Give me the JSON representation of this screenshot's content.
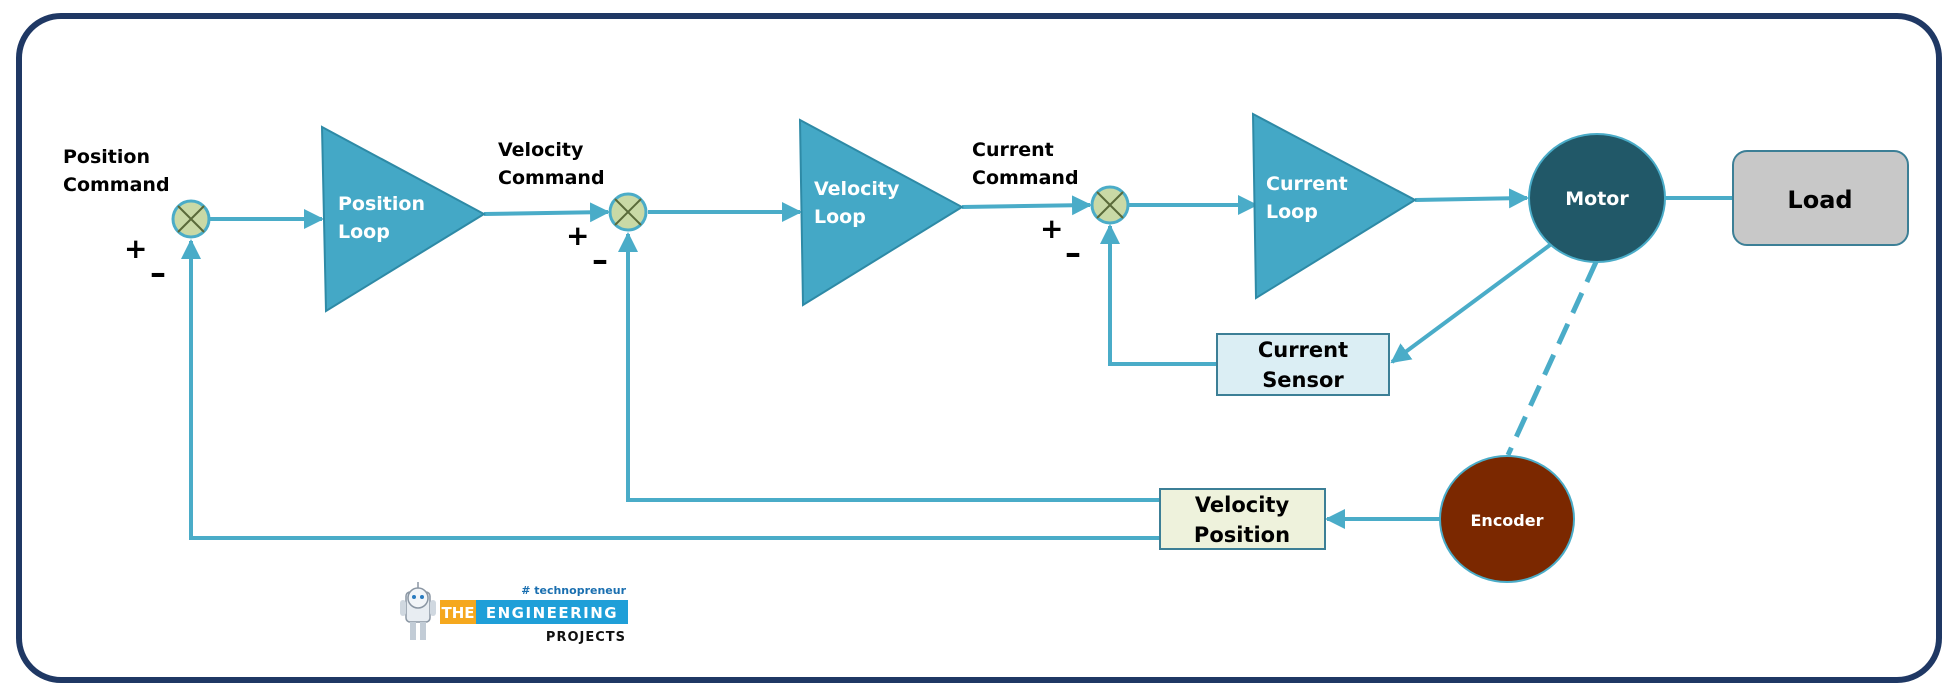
{
  "labels": {
    "position_command_1": "Position",
    "position_command_2": "Command",
    "velocity_command_1": "Velocity",
    "velocity_command_2": "Command",
    "current_command_1": "Current",
    "current_command_2": "Command"
  },
  "blocks": {
    "position_loop_1": "Position",
    "position_loop_2": "Loop",
    "velocity_loop_1": "Velocity",
    "velocity_loop_2": "Loop",
    "current_loop_1": "Current",
    "current_loop_2": "Loop",
    "motor": "Motor",
    "load": "Load",
    "current_sensor_1": "Current",
    "current_sensor_2": "Sensor",
    "encoder": "Encoder",
    "velocity_position_1": "Velocity",
    "velocity_position_2": "Position"
  },
  "signs": {
    "plus": "+",
    "minus": "–"
  },
  "logo": {
    "tagline": "# technopreneur",
    "the": "THE",
    "engineering": "ENGINEERING",
    "projects": "PROJECTS"
  },
  "colors": {
    "frame": "#1f3864",
    "line": "#4aacc8",
    "triangle": "#44a8c6",
    "summing": "#c9d9a6",
    "motor": "#215868",
    "encoder": "#7b2800",
    "load": "#c8c8c8",
    "sensor_box": "#dbeef4",
    "vp_box": "#eef2dc"
  }
}
